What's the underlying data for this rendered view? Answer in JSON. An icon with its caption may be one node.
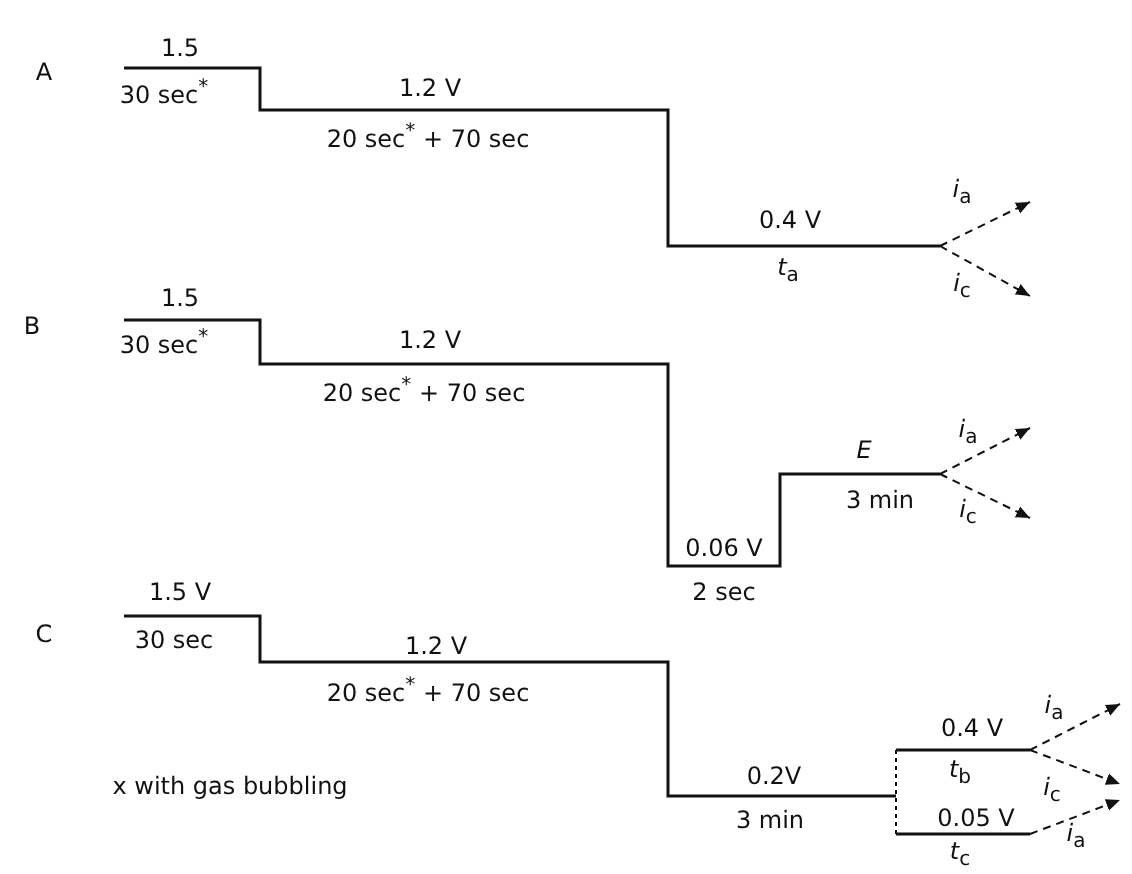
{
  "diagram": {
    "labels": [
      "A",
      "1.5",
      "30 sec$^{*}$",
      "1.2 V",
      "20 sec$^{*}$ + 70 sec",
      "0.4 V",
      "*t*$_{a}$",
      "*i*$_{a}$",
      "*i*$_{c}$",
      "B",
      "1.5",
      "30 sec$^{*}$",
      "1.2 V",
      "20 sec$^{*}$ + 70 sec",
      "*E*",
      "3 min",
      "*i*$_{a}$",
      "*i*$_{c}$",
      "0.06 V",
      "2 sec",
      "C",
      "1.5 V",
      "30 sec",
      "1.2 V",
      "20 sec$^{*}$ + 70 sec",
      "*i*$_{a}$",
      "0.4 V",
      "*t*$_{b}$",
      "*i*$_{c}$",
      "x with gas bubbling",
      "0.2V",
      "3 min",
      "0.05 V",
      "*i*$_{a}$",
      "*t*$_{c}$"
    ]
  }
}
